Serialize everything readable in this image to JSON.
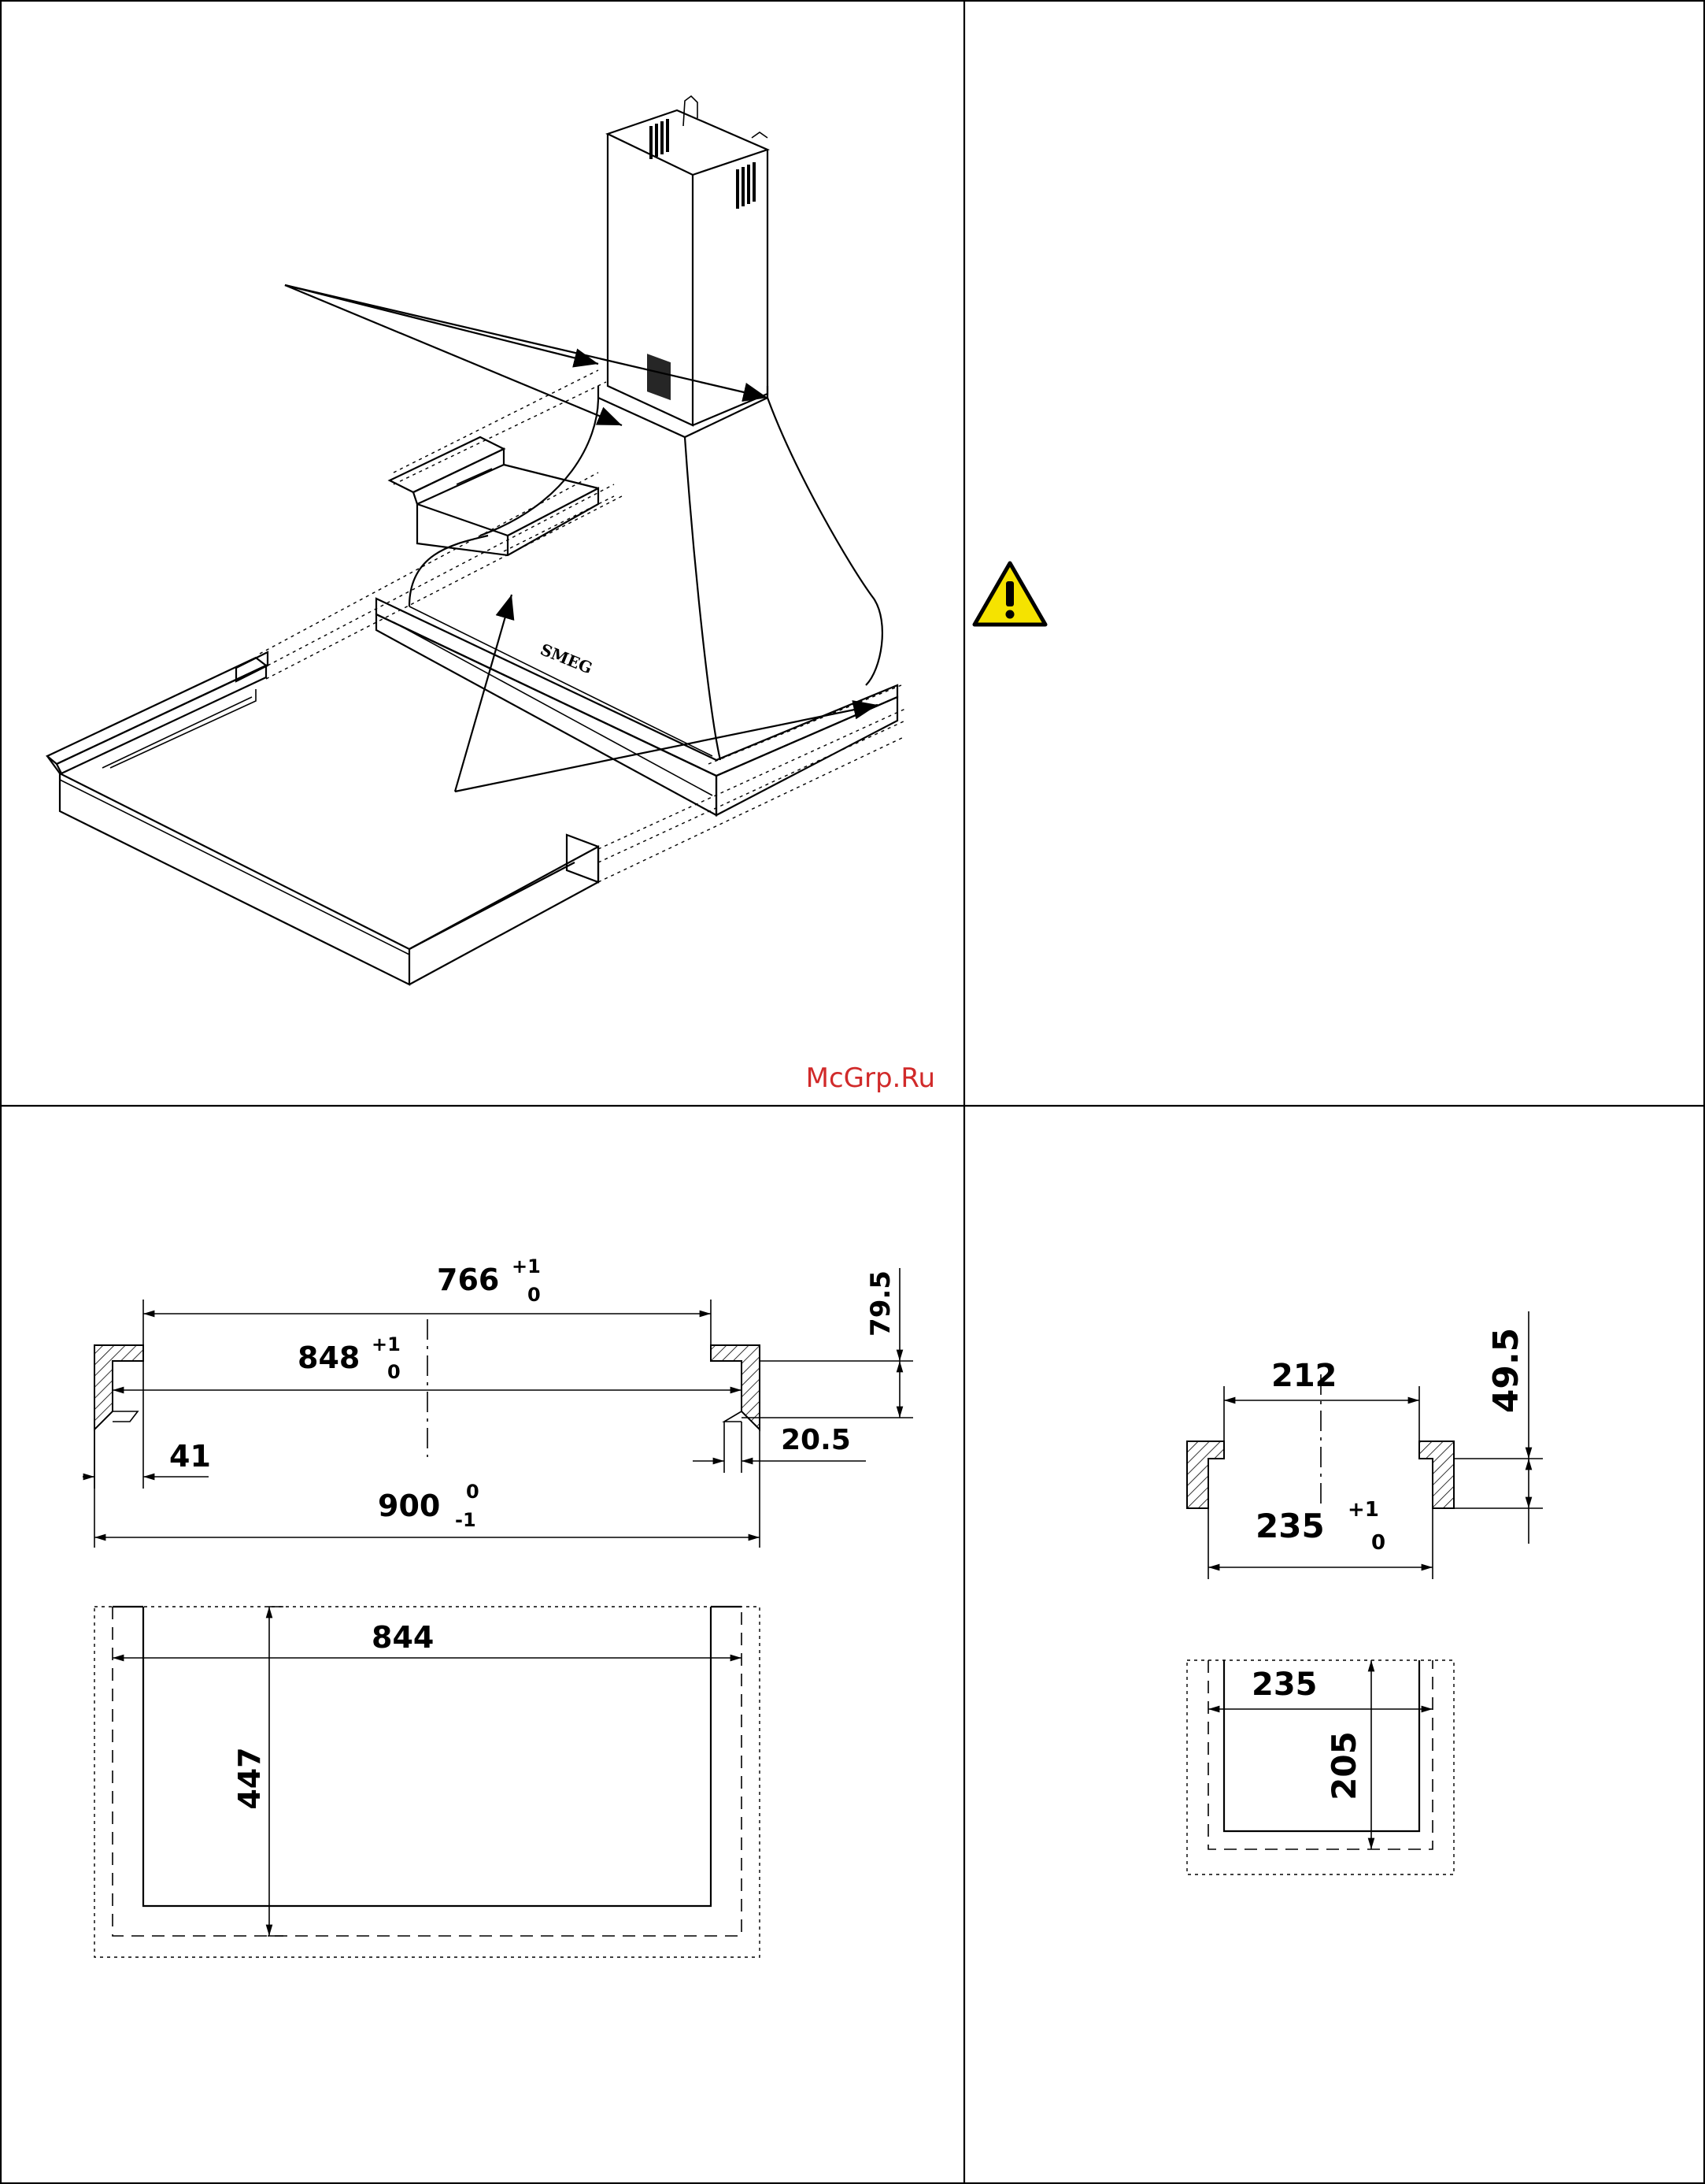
{
  "watermark": {
    "text": "McGrp.Ru",
    "color": "#d12a2a"
  },
  "hood_drawing": {
    "brand_label": "SMEG"
  },
  "warning_icon": {
    "icon": "warning-triangle-icon",
    "color": "#f5e300"
  },
  "hood_cutout_dimensions": {
    "d766": {
      "value": "766",
      "tol_upper": "+1",
      "tol_lower": "0"
    },
    "d848": {
      "value": "848",
      "tol_upper": "+1",
      "tol_lower": "0"
    },
    "d795": {
      "value": "79.5"
    },
    "d41": {
      "value": "41"
    },
    "d205": {
      "value": "20.5"
    },
    "d900": {
      "value": "900",
      "tol_upper": "0",
      "tol_lower": "-1"
    },
    "d844": {
      "value": "844"
    },
    "d447": {
      "value": "447"
    }
  },
  "chimney_cutout_dimensions": {
    "d212": {
      "value": "212"
    },
    "d495": {
      "value": "49.5"
    },
    "d235a": {
      "value": "235",
      "tol_upper": "+1",
      "tol_lower": "0"
    },
    "d235b": {
      "value": "235"
    },
    "d205b": {
      "value": "205"
    }
  }
}
